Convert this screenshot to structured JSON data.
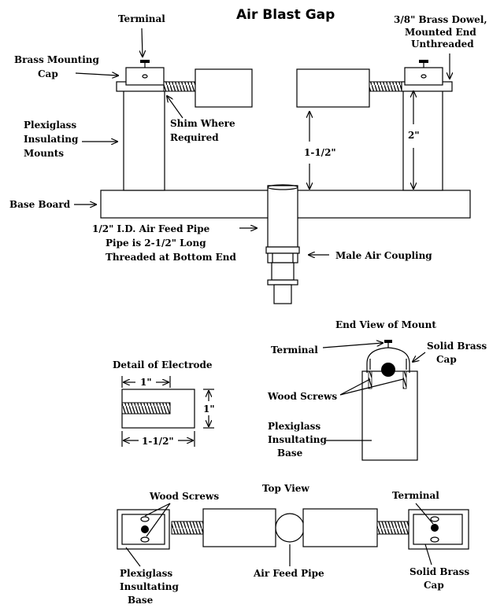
{
  "title": "Air Blast Gap",
  "side_view": {
    "terminal": "Terminal",
    "brass_mounting_cap": [
      "Brass Mounting",
      "Cap"
    ],
    "brass_dowel": [
      "3/8\" Brass Dowel,",
      "Mounted End",
      "Unthreaded"
    ],
    "plexiglass_mounts": [
      "Plexiglass",
      "Insulating",
      "Mounts"
    ],
    "shim": [
      "Shim Where",
      "Required"
    ],
    "gap_dim": "1-1/2\"",
    "height_dim": "2\"",
    "base_board": "Base Board",
    "feed_pipe": [
      "1/2\" I.D. Air Feed Pipe",
      "Pipe is 2-1/2\" Long",
      "Threaded at Bottom End"
    ],
    "male_coupling": "Male Air Coupling"
  },
  "end_view": {
    "title": "End View of Mount",
    "terminal": "Terminal",
    "solid_brass_cap": [
      "Solid Brass",
      "Cap"
    ],
    "wood_screws": "Wood Screws",
    "base": [
      "Plexiglass",
      "Insultating",
      "Base"
    ]
  },
  "electrode_detail": {
    "title": "Detail of Electrode",
    "thread_length": "1\"",
    "height": "1\"",
    "length": "1-1/2\""
  },
  "top_view": {
    "title": "Top View",
    "wood_screws": "Wood Screws",
    "terminal": "Terminal",
    "base": [
      "Plexiglass",
      "Insultating",
      "Base"
    ],
    "air_feed_pipe": "Air Feed Pipe",
    "solid_brass_cap": [
      "Solid Brass",
      "Cap"
    ]
  }
}
